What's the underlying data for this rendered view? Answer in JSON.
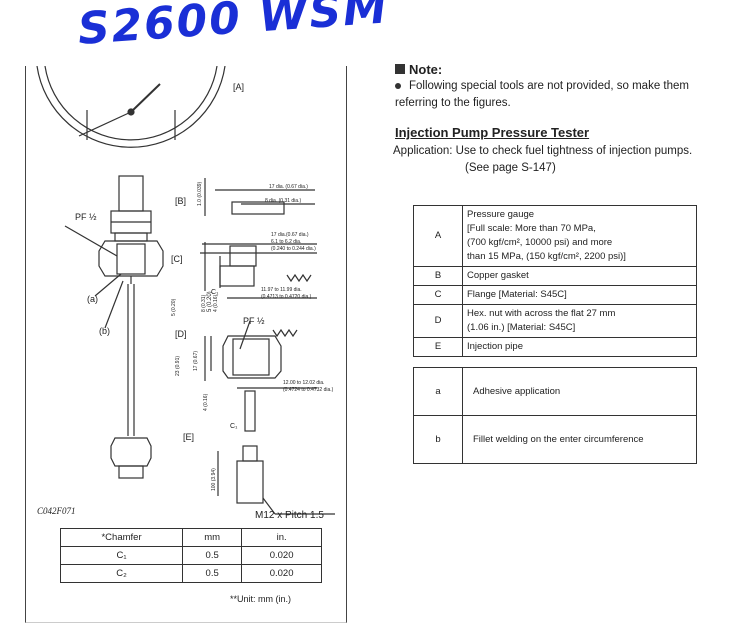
{
  "handwriting": "S2600 WSM",
  "figure": {
    "id": "C042F071",
    "labels": {
      "A": "[A]",
      "B": "[B]",
      "C": "[C]",
      "D": "[D]",
      "E": "[E]",
      "pf_left": "PF ½",
      "pf_d": "PF ½",
      "a": "(a)",
      "b": "(b)",
      "c1": "C₁",
      "c1_e": "C₁",
      "thread": "M12 x Pitch 1.5"
    },
    "dims": {
      "b_outer": "17 dia. (0.67 dia.)",
      "b_inner": "8 dia. (0.31 dia.)",
      "b_thick": "1.0 (0.039)",
      "c_outer": "17 dia.(0.67 dia.)",
      "c_bore1": "6.1 to 6.2 dia.",
      "c_bore2": "(0.240 to 0.244 dia.)",
      "c_shaft1": "11.97 to 11.99 dia.",
      "c_shaft2": "(0.4713 to 0.4720 dia.)",
      "c_h1": "8 (0.31)",
      "c_h2": "5 (0.20)",
      "c_h3": "4 (0.16)",
      "c_side": "5 (0.20)",
      "d_h1": "23 (0.91)",
      "d_h2": "17 (0.67)",
      "d_bore1": "12.00 to 12.02 dia.",
      "d_bore2": "(0.4724 to 0.4732 dia.)",
      "e_h1": "4 (0.16)",
      "e_len": "100 (3.94)"
    }
  },
  "chamfer_table": {
    "headers": [
      "*Chamfer",
      "mm",
      "in."
    ],
    "rows": [
      [
        "C₁",
        "0.5",
        "0.020"
      ],
      [
        "C₂",
        "0.5",
        "0.020"
      ]
    ],
    "unit_note": "**Unit: mm (in.)"
  },
  "note": {
    "heading": "Note:",
    "bullet": "Following special tools are not provided, so make them referring to the figures."
  },
  "section": {
    "title": "Injection Pump Pressure Tester",
    "application": "Application: Use to check fuel tightness of injection pumps.",
    "see": "(See page S-147)"
  },
  "parts_table": [
    {
      "key": "A",
      "lines": [
        "Pressure gauge",
        "[Full scale: More than 70 MPa,",
        "(700 kgf/cm², 10000 psi) and more",
        "than 15 MPa, (150 kgf/cm², 2200 psi)]"
      ]
    },
    {
      "key": "B",
      "lines": [
        "Copper gasket"
      ]
    },
    {
      "key": "C",
      "lines": [
        "Flange [Material: S45C]"
      ]
    },
    {
      "key": "D",
      "lines": [
        "Hex. nut with across the flat 27 mm",
        "(1.06 in.) [Material: S45C]"
      ]
    },
    {
      "key": "E",
      "lines": [
        "Injection pipe"
      ]
    }
  ],
  "weld_table": [
    {
      "key": "a",
      "text": "Adhesive application"
    },
    {
      "key": "b",
      "text": "Fillet welding on the enter circumference"
    }
  ]
}
